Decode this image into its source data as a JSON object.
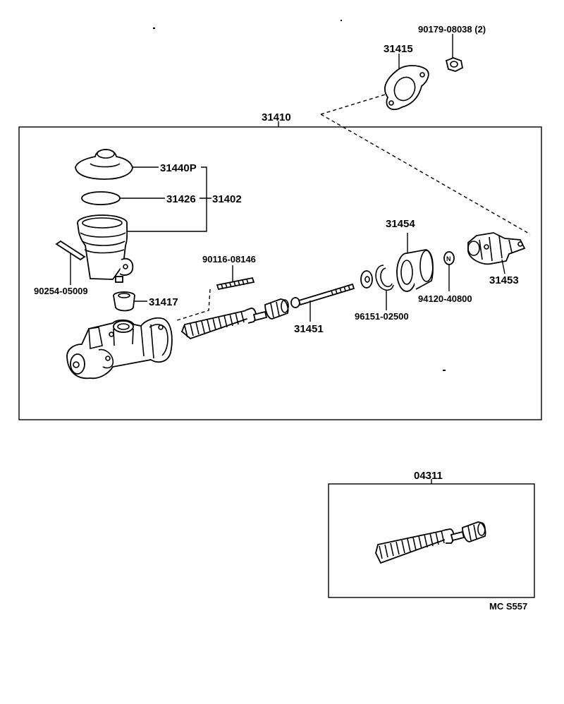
{
  "labels": {
    "p90179": "90179-08038 (2)",
    "p31415": "31415",
    "p31410": "31410",
    "p31440p": "31440P",
    "p31426": "31426",
    "p31402": "31402",
    "p31454": "31454",
    "p90116": "90116-08146",
    "p90254": "90254-05009",
    "p31417": "31417",
    "p31453": "31453",
    "p94120": "94120-40800",
    "p31451": "31451",
    "p96151": "96151-02500",
    "p04311": "04311",
    "code": "MC S557",
    "nut_mark": "N"
  }
}
